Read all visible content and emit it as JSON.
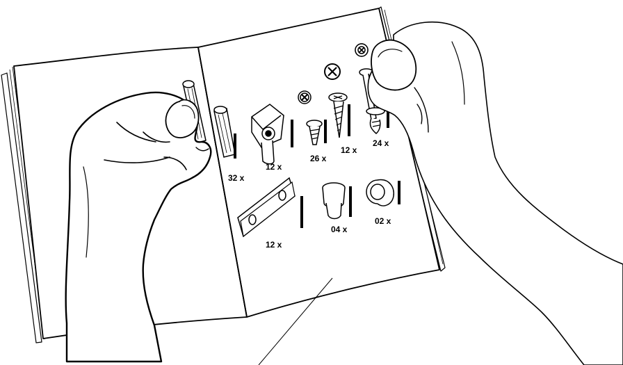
{
  "illustration": {
    "subject": "assembly-manual-hardware-page",
    "quantities": {
      "dowel": "32 x",
      "cam_lock": "12 x",
      "short_screw": "26 x",
      "wood_screw": "12 x",
      "long_screw": "24 x",
      "metal_plate": "12 x",
      "cup_bumper": "04 x",
      "round_bumper": "02 x"
    }
  }
}
